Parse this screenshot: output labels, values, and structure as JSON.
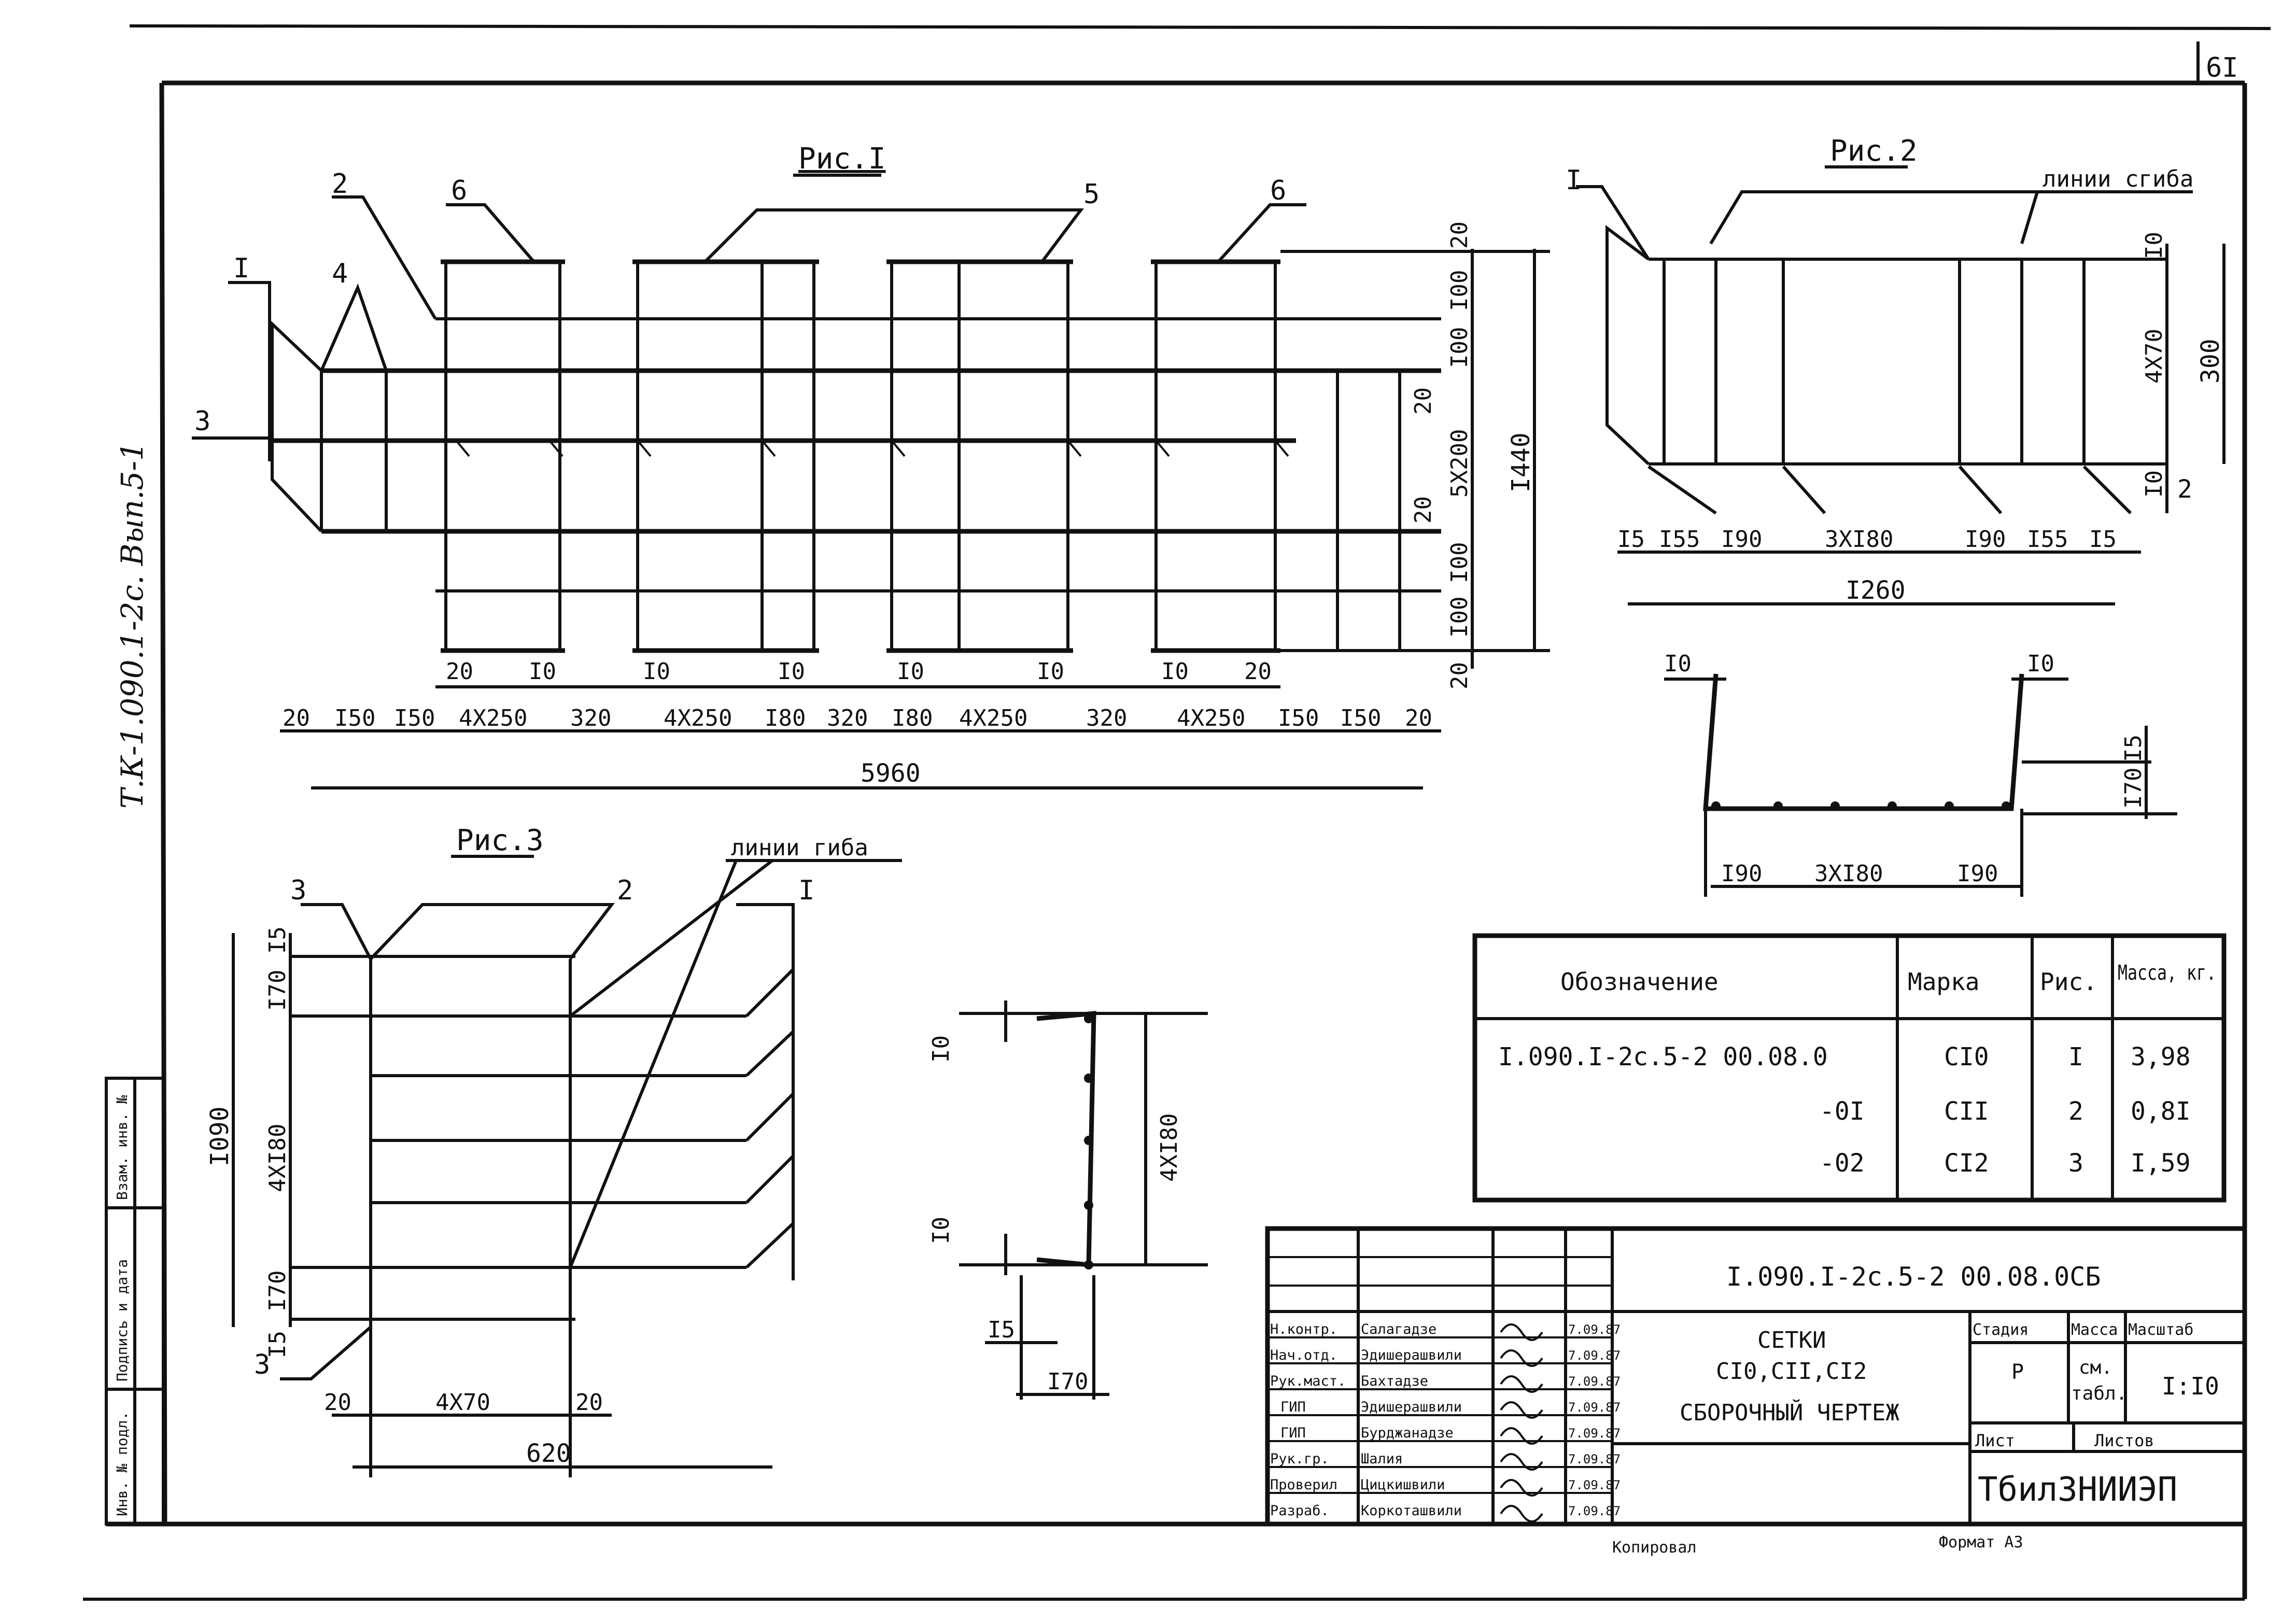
{
  "sheet": {
    "number": "6I",
    "side_note": "Т.К-1.090.1-2с. Вып.5-1",
    "format": "Формат А3",
    "copied": "Копировал"
  },
  "fig1": {
    "title": "Рис.I",
    "pos": [
      "I",
      "2",
      "3",
      "4",
      "5",
      "6",
      "6"
    ],
    "dims_bottom": [
      "20",
      "I50",
      "I50",
      "4X250",
      "320",
      "4X250",
      "I80",
      "320",
      "I80",
      "4X250",
      "320",
      "4X250",
      "I50",
      "I50",
      "20"
    ],
    "dims_sub": [
      "20",
      "I0",
      "I0",
      "I0",
      "I0",
      "I0",
      "I0",
      "20"
    ],
    "total": "5960",
    "dims_right": [
      "20",
      "I00",
      "I00",
      "20",
      "5X200",
      "20",
      "I00",
      "I00",
      "20"
    ],
    "height": "I440"
  },
  "fig2": {
    "title": "Рис.2",
    "bend": "линии сгиба",
    "pos": [
      "I",
      "2"
    ],
    "dims_bottom": [
      "I5",
      "I55",
      "I90",
      "3XI80",
      "I90",
      "I55",
      "I5"
    ],
    "total": "I260",
    "dims_right": [
      "I0",
      "4X70",
      "I0"
    ],
    "height": "300",
    "section_top": [
      "I0",
      "I0"
    ],
    "section_right": [
      "I5",
      "I70"
    ],
    "section_bottom": [
      "I90",
      "3XI80",
      "I90"
    ]
  },
  "fig3": {
    "title": "Рис.3",
    "bend": "линии гиба",
    "pos": [
      "3",
      "2",
      "I",
      "3"
    ],
    "dims_left": [
      "I5",
      "I70",
      "4XI80",
      "I70",
      "I5"
    ],
    "height": "I090",
    "dims_bottom": [
      "20",
      "4X70",
      "20"
    ],
    "total": "620",
    "section_left": [
      "I0",
      "I0"
    ],
    "section_right": "4XI80",
    "section_bottom": [
      "I5",
      "I70"
    ]
  },
  "spec": {
    "headers": [
      "Обозначение",
      "Марка",
      "Рис.",
      "Масса, кг."
    ],
    "rows": [
      [
        "I.090.I-2с.5-2  00.08.0",
        "СI0",
        "I",
        "3,98"
      ],
      [
        "-0I",
        "СII",
        "2",
        "0,8I"
      ],
      [
        "-02",
        "СI2",
        "3",
        "I,59"
      ]
    ]
  },
  "title_block": {
    "code": "I.090.I-2с.5-2  00.08.0СБ",
    "name": [
      "СЕТКИ",
      "СI0,СII,СI2",
      "СБОРОЧНЫЙ ЧЕРТЕЖ"
    ],
    "stage_headers": [
      "Стадия",
      "Масса",
      "Масштаб"
    ],
    "stage": "Р",
    "mass": [
      "см.",
      "табл."
    ],
    "scale": "I:I0",
    "sheet_label": "Лист",
    "sheets_label": "Листов",
    "org": "ТбилЗНИИЭП",
    "signers": [
      [
        "Н.контр.",
        "Салагадзе"
      ],
      [
        "Нач.отд.",
        "Эдишерашвили"
      ],
      [
        "Рук.маст.",
        "Бахтадзе"
      ],
      [
        "ГИП",
        "Эдишерашвили"
      ],
      [
        "ГИП",
        "Бурджанадзе"
      ],
      [
        "Рук.гр.",
        "Шалия"
      ],
      [
        "Проверил",
        "Цицкишвили"
      ],
      [
        "Разраб.",
        "Коркоташвили"
      ]
    ],
    "date": "7.09.87"
  },
  "side_stamp": [
    "Инв. № подл.",
    "Подпись и дата",
    "Взам. инв. №"
  ]
}
